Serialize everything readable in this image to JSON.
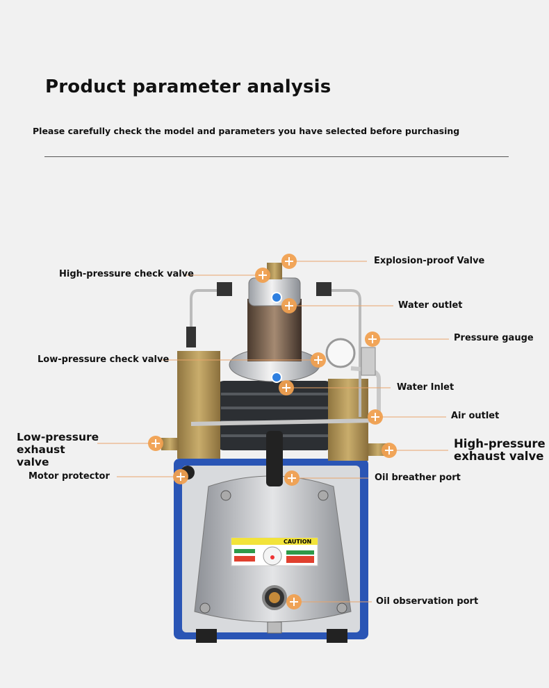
{
  "header": {
    "title": "Product parameter analysis",
    "subtitle": "Please carefully check the model and parameters you have selected before purchasing"
  },
  "product": {
    "warning_label": "CAUTION"
  },
  "callouts": [
    {
      "id": "explosion-proof-valve",
      "label": "Explosion-proof Valve"
    },
    {
      "id": "high-pressure-check-valve",
      "label": "High-pressure check valve"
    },
    {
      "id": "water-outlet",
      "label": "Water outlet"
    },
    {
      "id": "pressure-gauge",
      "label": "Pressure gauge"
    },
    {
      "id": "low-pressure-check-valve",
      "label": "Low-pressure check valve"
    },
    {
      "id": "water-inlet",
      "label": "Water Inlet"
    },
    {
      "id": "air-outlet",
      "label": "Air outlet"
    },
    {
      "id": "low-pressure-exhaust-valve",
      "label": "Low-pressure exhaust valve"
    },
    {
      "id": "high-pressure-exhaust-valve",
      "label": "High-pressure exhaust valve"
    },
    {
      "id": "motor-protector",
      "label": "Motor protector"
    },
    {
      "id": "oil-breather-port",
      "label": "Oil breather port"
    },
    {
      "id": "oil-observation-port",
      "label": "Oil observation port"
    }
  ],
  "colors": {
    "marker": "#f0a050",
    "leader_line": "#e9a46a",
    "base_blue": "#2a55b5",
    "brass": "#b89a5a"
  }
}
